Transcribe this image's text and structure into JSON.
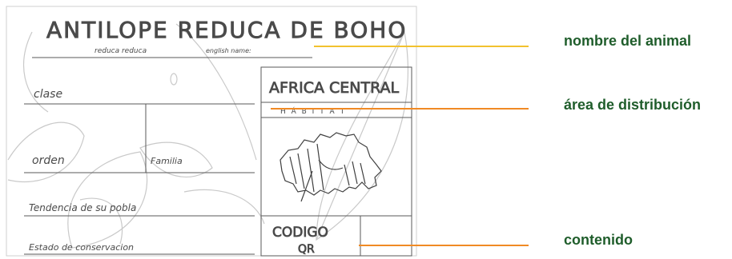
{
  "card": {
    "title": "ANTILOPE REDUCA DE BOHO",
    "subtitle_left": "reduca  reduca",
    "subtitle_right": "english name:",
    "field_class": "clase",
    "field_order": "orden",
    "field_family": "Familia",
    "field_trend": "Tendencia de su pobla",
    "field_status": "Estado de conservacion",
    "region": "AFRICA CENTRAL",
    "habitat": "H Á B I T A T",
    "code_line1": "CODIGO",
    "code_line2": "QR"
  },
  "callouts": {
    "name": "nombre del animal",
    "area": "área de distribución",
    "content": "contenido"
  },
  "colors": {
    "pencil": "#4a4a4a",
    "callout_line_yellow": "#f2c12e",
    "callout_line_orange": "#f08a24",
    "label_green": "#1f5d2b"
  }
}
